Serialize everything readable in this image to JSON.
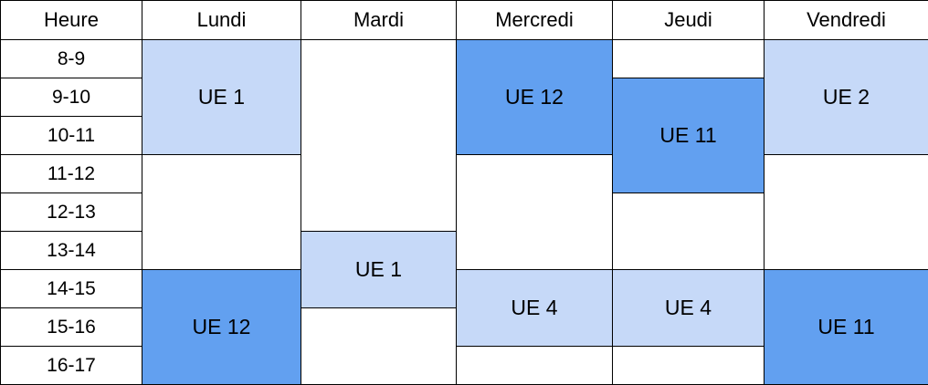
{
  "header": {
    "hour": "Heure",
    "days": [
      "Lundi",
      "Mardi",
      "Mercredi",
      "Jeudi",
      "Vendredi"
    ]
  },
  "hours": [
    "8-9",
    "9-10",
    "10-11",
    "11-12",
    "12-13",
    "13-14",
    "14-15",
    "15-16",
    "16-17"
  ],
  "courses": {
    "mon_1": "UE 1",
    "mon_2": "UE 12",
    "tue_1": "UE 1",
    "wed_1": "UE 12",
    "wed_2": "UE 4",
    "thu_1": "UE 11",
    "thu_2": "UE 4",
    "fri_1": "UE 2",
    "fri_2": "UE 11"
  },
  "colors": {
    "light_block": "#c6d9f8",
    "dark_block": "#62a0f0"
  }
}
